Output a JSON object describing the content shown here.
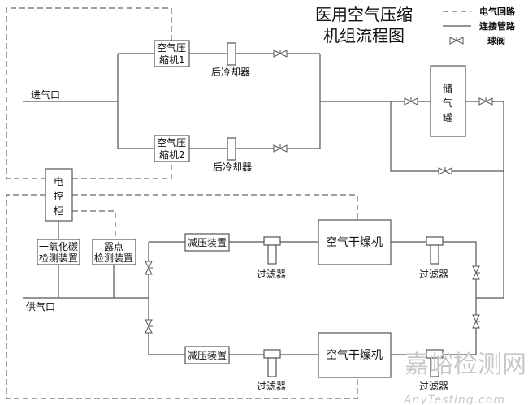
{
  "title_line1": "医用空气压缩",
  "title_line2": "机组流程图",
  "legend": {
    "electric": "电气回路",
    "pipe": "连接管路",
    "valve": "球阀"
  },
  "labels": {
    "inlet": "进气口",
    "compressor1": [
      "空气压",
      "缩机1"
    ],
    "compressor2": [
      "空气压",
      "缩机2"
    ],
    "aftercooler": "后冷却器",
    "tank": [
      "储",
      "气",
      "罐"
    ],
    "control": [
      "电",
      "控",
      "柜"
    ],
    "co_detector": [
      "一氧化碳",
      "检测装置"
    ],
    "dew_detector": [
      "露点",
      "检测装置"
    ],
    "outlet": "供气口",
    "reducer": "减压装置",
    "filter": "过滤器",
    "dryer": "空气干燥机"
  },
  "watermark": {
    "cn": "嘉峪检测网",
    "en": "AnyTesting.com"
  }
}
